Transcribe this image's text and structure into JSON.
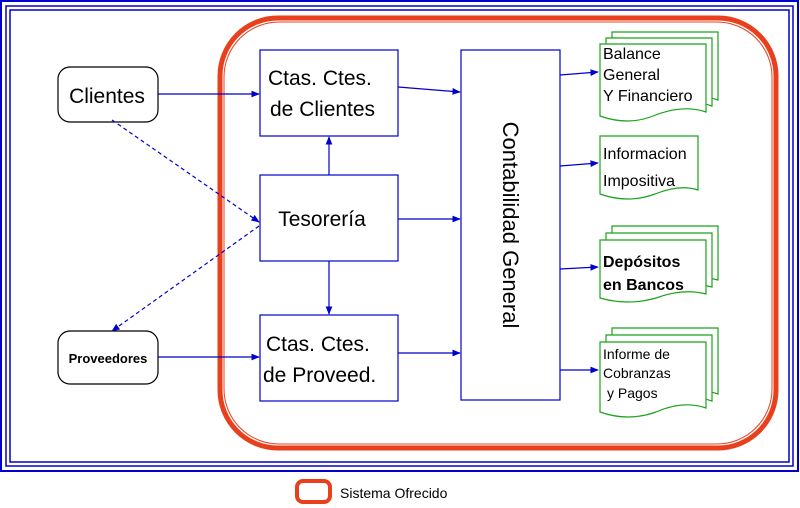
{
  "nodes": {
    "clientes": "Clientes",
    "proveedores": "Proveedores",
    "ctas_clientes": [
      "Ctas. Ctes.",
      "de Clientes"
    ],
    "tesoreria": "Tesorería",
    "ctas_proveed": [
      "Ctas. Ctes.",
      "de Proveed."
    ],
    "contabilidad": "Contabilidad General"
  },
  "documents": {
    "balance": [
      "Balance",
      "General",
      "Y Financiero"
    ],
    "informacion": [
      "Informacion",
      "Impositiva"
    ],
    "depositos": [
      "Depósitos",
      "en Bancos"
    ],
    "informe": [
      "Informe de",
      "Cobranzas",
      "y Pagos"
    ]
  },
  "legend": {
    "label": "Sistema Ofrecido"
  },
  "colors": {
    "frame": "#0000cc",
    "system": "#e8401c",
    "node_border": "#0000cc",
    "doc_border": "#1aa31a",
    "arrow": "#0000cc"
  }
}
